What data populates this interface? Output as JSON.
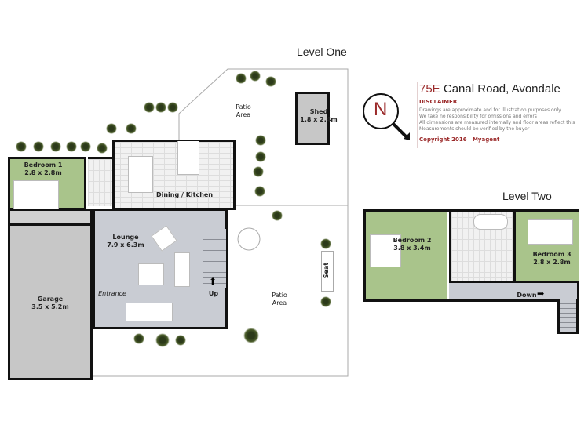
{
  "levels": {
    "one": "Level One",
    "two": "Level Two"
  },
  "header": {
    "address_number": "75E",
    "address_rest": " Canal Road, Avondale",
    "disclaimer_title": "DISCLAIMER",
    "disclaimer_lines": [
      "Drawings are approximate and for illustration purposes only",
      "We take no responsibility for omissions and errors",
      "All dimensions are measured internally and floor areas reflect this",
      "Measurements should be verified by the buyer"
    ],
    "copyright": "Copyright 2016",
    "agent": "Myagent",
    "compass_letter": "N",
    "accent_color": "#9b2a2a"
  },
  "rooms": {
    "shed": {
      "name": "Shed",
      "size": "1.8 x 2.4m"
    },
    "patio_top": {
      "name": "Patio",
      "name2": "Area"
    },
    "bedroom1": {
      "name": "Bedroom 1",
      "size": "2.8 x 2.8m"
    },
    "dining": {
      "name": "Dining / Kitchen"
    },
    "lounge": {
      "name": "Lounge",
      "size": "7.9 x 6.3m"
    },
    "garage": {
      "name": "Garage",
      "size": "3.5 x 5.2m"
    },
    "entrance": "Entrance",
    "up": "Up",
    "seat": "Seat",
    "patio_bottom": {
      "name": "Patio",
      "name2": "Area"
    },
    "bedroom2": {
      "name": "Bedroom 2",
      "size": "3.8 x 3.4m"
    },
    "bedroom3": {
      "name": "Bedroom 3",
      "size": "2.8 x 2.8m"
    },
    "down": "Down"
  }
}
